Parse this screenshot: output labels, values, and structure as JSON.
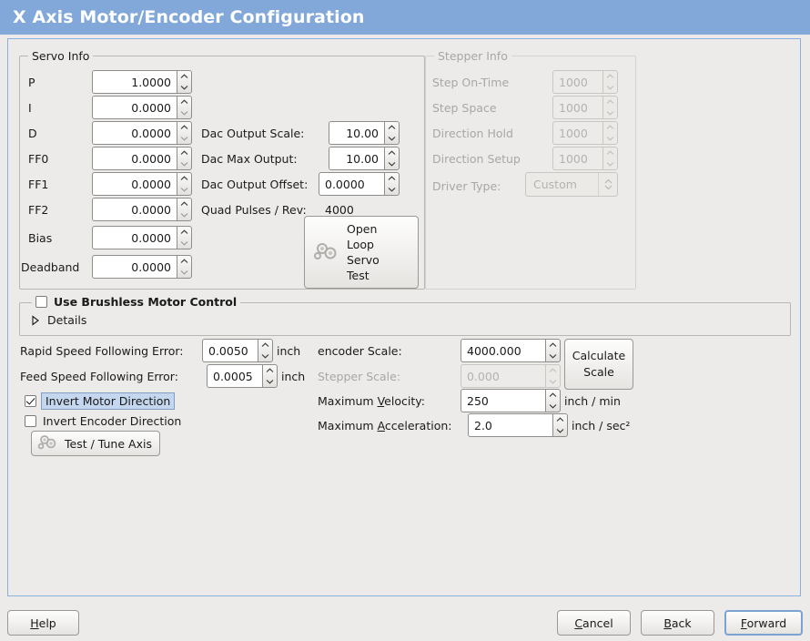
{
  "window": {
    "title": "X Axis Motor/Encoder Configuration",
    "title_bar_color": "#81a8d8",
    "background_color": "#ecebe9",
    "panel_border_color": "#8ab0dc"
  },
  "servo_info": {
    "legend": "Servo Info",
    "rows": [
      {
        "label": "P",
        "value": "1.0000"
      },
      {
        "label": "I",
        "value": "0.0000"
      },
      {
        "label": "D",
        "value": "0.0000"
      },
      {
        "label": "FF0",
        "value": "0.0000"
      },
      {
        "label": "FF1",
        "value": "0.0000"
      },
      {
        "label": "FF2",
        "value": "0.0000"
      },
      {
        "label": "Bias",
        "value": "0.0000"
      },
      {
        "label": "Deadband",
        "value": "0.0000"
      }
    ],
    "dac": [
      {
        "label": "Dac Output Scale:",
        "value": "10.00"
      },
      {
        "label": "Dac Max Output:",
        "value": "10.00"
      },
      {
        "label": "Dac Output Offset:",
        "value": "0.0000"
      }
    ],
    "quad_pulses_label": "Quad Pulses / Rev:",
    "quad_pulses_value": "4000",
    "open_loop_button": {
      "line1": "Open",
      "line2": "Loop",
      "line3": "Servo",
      "line4": "Test",
      "icon": "gears-icon"
    }
  },
  "stepper_info": {
    "legend": "Stepper Info",
    "enabled": false,
    "rows": [
      {
        "label": "Step On-Time",
        "value": "1000"
      },
      {
        "label": "Step Space",
        "value": "1000"
      },
      {
        "label": "Direction Hold",
        "value": "1000"
      },
      {
        "label": "Direction Setup",
        "value": "1000"
      }
    ],
    "driver_type_label": "Driver Type:",
    "driver_type_value": "Custom"
  },
  "brushless": {
    "checkbox_label": "Use Brushless Motor Control",
    "checked": false,
    "details_label": "Details",
    "details_expanded": false
  },
  "following_error": {
    "rapid_label": "Rapid Speed Following Error:",
    "rapid_value": "0.0050",
    "rapid_unit": "inch",
    "feed_label": "Feed Speed Following Error:",
    "feed_value": "0.0005",
    "feed_unit": "inch"
  },
  "invert": {
    "motor_label": "Invert Motor Direction",
    "motor_checked": true,
    "motor_focused": true,
    "encoder_label": "Invert Encoder Direction",
    "encoder_checked": false
  },
  "test_tune_button": {
    "label": "Test / Tune Axis",
    "icon": "gears-icon"
  },
  "scales": {
    "encoder_label": "encoder Scale:",
    "encoder_value": "4000.000",
    "stepper_label": "Stepper Scale:",
    "stepper_value": "0.000",
    "stepper_enabled": false,
    "calculate_button_line1": "Calculate",
    "calculate_button_line2": "Scale",
    "velocity_label_pre": "Maximum ",
    "velocity_label_key": "V",
    "velocity_label_post": "elocity:",
    "velocity_value": "250",
    "velocity_unit": "inch / min",
    "accel_label_pre": "Maximum ",
    "accel_label_key": "A",
    "accel_label_post": "cceleration:",
    "accel_value": "2.0",
    "accel_unit": "inch / sec²"
  },
  "footer": {
    "help_key": "H",
    "help_rest": "elp",
    "cancel_key": "C",
    "cancel_rest": "ancel",
    "back_key": "B",
    "back_rest": "ack",
    "forward_key": "F",
    "forward_rest": "orward",
    "forward_focused": true
  }
}
